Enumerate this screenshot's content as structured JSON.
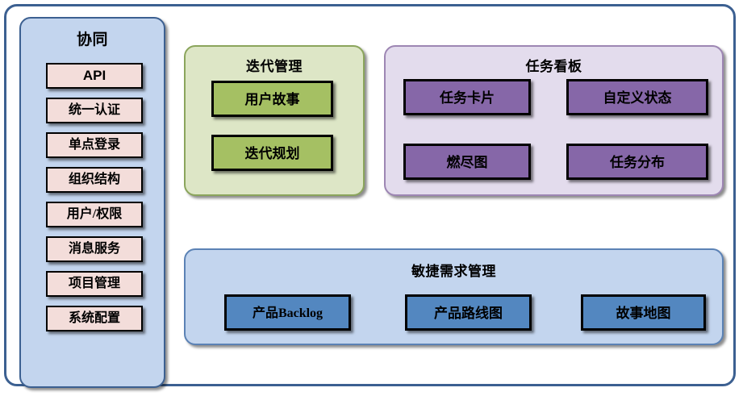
{
  "diagram": {
    "frame_border_color": "#3c6091",
    "background": "#ffffff"
  },
  "sidebar": {
    "title": "协同",
    "panel_bg": "#c3d5ee",
    "panel_border": "#3c6091",
    "item_bg": "#f3ddda",
    "items": [
      {
        "label": "API"
      },
      {
        "label": "统一认证"
      },
      {
        "label": "单点登录"
      },
      {
        "label": "组织结构"
      },
      {
        "label": "用户/权限"
      },
      {
        "label": "消息服务"
      },
      {
        "label": "项目管理"
      },
      {
        "label": "系统配置"
      }
    ]
  },
  "iteration": {
    "title": "迭代管理",
    "panel_bg": "#dde6c6",
    "panel_border": "#8ba55c",
    "item_bg": "#a5c063",
    "items": [
      {
        "label": "用户故事"
      },
      {
        "label": "迭代规划"
      }
    ]
  },
  "taskboard": {
    "title": "任务看板",
    "panel_bg": "#e3dced",
    "panel_border": "#9d86b3",
    "item_bg": "#8667a8",
    "items": [
      {
        "label": "任务卡片"
      },
      {
        "label": "自定义状态"
      },
      {
        "label": "燃尽图"
      },
      {
        "label": "任务分布"
      }
    ]
  },
  "agile": {
    "title": "敏捷需求管理",
    "panel_bg": "#c3d5ee",
    "panel_border": "#5b82b5",
    "item_bg": "#5387c0",
    "items": [
      {
        "label": "产品Backlog"
      },
      {
        "label": "产品路线图"
      },
      {
        "label": "故事地图"
      }
    ]
  }
}
